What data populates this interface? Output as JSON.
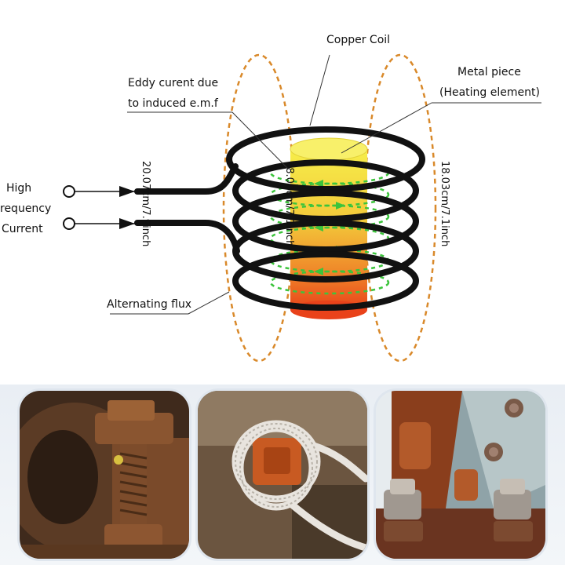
{
  "labels": {
    "copper_coil": "Copper Coil",
    "eddy_line1": "Eddy curent due",
    "eddy_line2": "to induced e.m.f",
    "metal_line1": "Metal piece",
    "metal_line2": "(Heating element)",
    "high": "High",
    "frequency": "requency",
    "current": "Current",
    "alternating_flux": "Alternating flux",
    "dim_left": "20.07cm/7.9inch",
    "dim_center": "18.03cm/7.1inch",
    "dim_right": "18.03cm/7.1inch"
  },
  "colors": {
    "coil": "#111111",
    "flux": "#d9892a",
    "eddy": "#3cc43c",
    "metal_top": "#f4ea40",
    "metal_bottom": "#ea4a1c"
  },
  "photos": [
    {
      "subject": "rusty-bolt-nut-icon"
    },
    {
      "subject": "induction-coil-on-nut-icon"
    },
    {
      "subject": "rusty-bolts-on-plate-icon"
    }
  ]
}
